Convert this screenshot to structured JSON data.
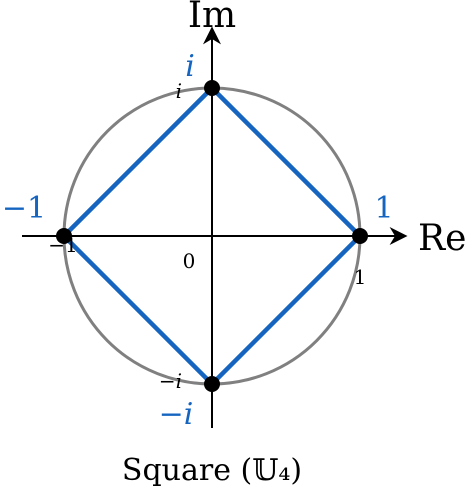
{
  "diagram": {
    "axis_labels": {
      "real": "Re",
      "imag": "Im"
    },
    "origin_label": "0",
    "tick_labels": {
      "pos_real": "1",
      "neg_real": "−1",
      "pos_imag": "i",
      "neg_imag": "−i"
    },
    "vertex_labels": {
      "one": "1",
      "neg_one": "−1",
      "i": "i",
      "neg_i": "−i"
    },
    "caption": "Square (𝕌₄)",
    "colors": {
      "accent": "#1565c0",
      "circle": "#808080",
      "axes": "#000000",
      "vertex": "#000000"
    }
  }
}
